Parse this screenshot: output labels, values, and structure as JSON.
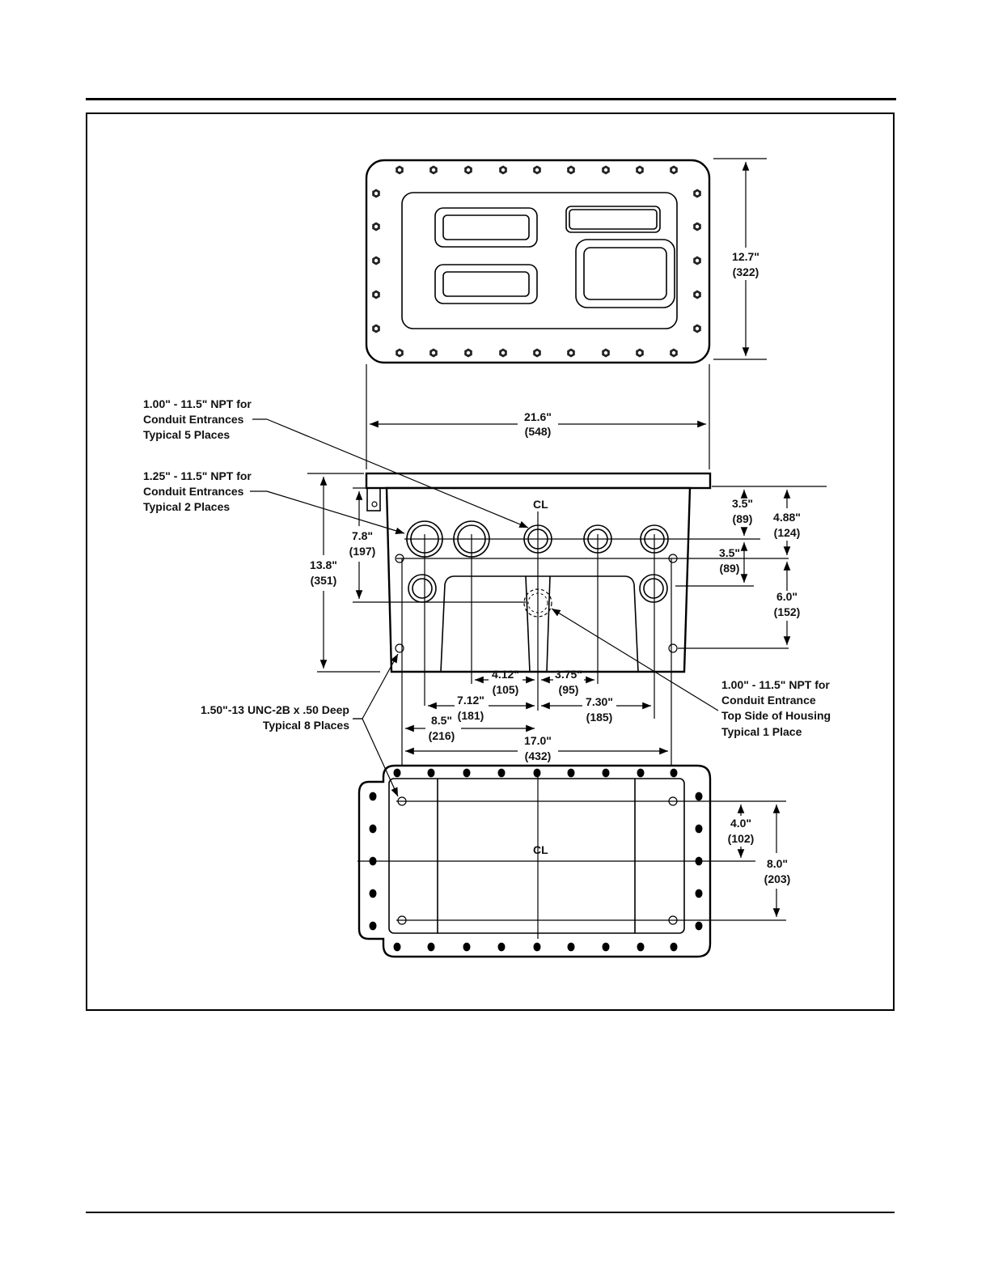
{
  "colors": {
    "ink": "#000000",
    "paper": "#ffffff"
  },
  "dims": {
    "top_height": "12.7\"",
    "top_height_mm": "(322)",
    "width": "21.6\"",
    "width_mm": "(548)",
    "a35": "3.5\"",
    "a35_mm": "(89)",
    "a488": "4.88\"",
    "a488_mm": "(124)",
    "b35": "3.5\"",
    "b35_mm": "(89)",
    "d60": "6.0\"",
    "d60_mm": "(152)",
    "h78": "7.8\"",
    "h78_mm": "(197)",
    "h138": "13.8\"",
    "h138_mm": "(351)",
    "d412": "4.12\"",
    "d412_mm": "(105)",
    "d375": "3.75\"",
    "d375_mm": "(95)",
    "d712": "7.12\"",
    "d712_mm": "(181)",
    "d730": "7.30\"",
    "d730_mm": "(185)",
    "d85": "8.5\"",
    "d85_mm": "(216)",
    "d170": "17.0\"",
    "d170_mm": "(432)",
    "d40": "4.0\"",
    "d40_mm": "(102)",
    "d80": "8.0\"",
    "d80_mm": "(203)"
  },
  "callouts": {
    "npt100": [
      "1.00\" - 11.5\" NPT for",
      "Conduit Entrances",
      "Typical 5 Places"
    ],
    "npt125": [
      "1.25\" - 11.5\" NPT for",
      "Conduit Entrances",
      "Typical 2 Places"
    ],
    "unc": [
      "1.50\"-13 UNC-2B x .50 Deep",
      "Typical 8 Places"
    ],
    "npt_top": [
      "1.00\" - 11.5\" NPT for",
      "Conduit Entrance",
      "Top Side of Housing",
      "Typical 1 Place"
    ]
  },
  "centerline": "CL"
}
